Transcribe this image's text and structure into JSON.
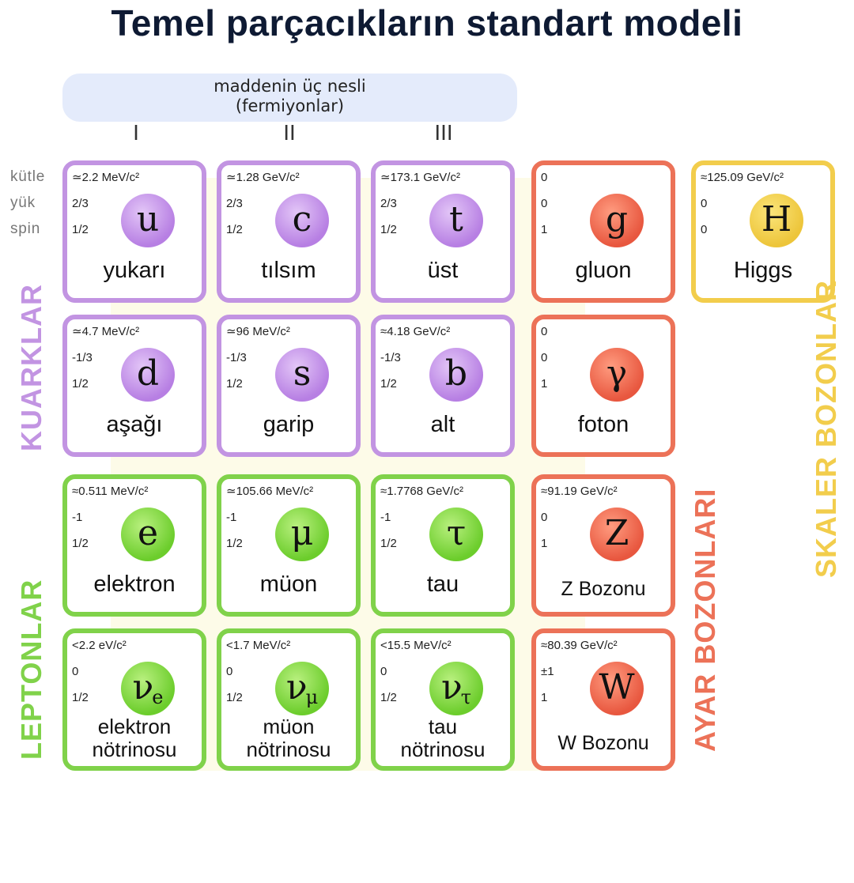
{
  "title": "Temel parçacıkların standart modeli",
  "generations_header": {
    "line1": "maddenin üç nesli",
    "line2": "(fermiyonlar)",
    "numerals": [
      "I",
      "II",
      "III"
    ]
  },
  "row_labels": {
    "mass": "kütle",
    "charge": "yük",
    "spin": "spin"
  },
  "group_labels": {
    "quarks": "KUARKLAR",
    "leptons": "LEPTONLAR",
    "gauge_bosons": "AYAR BOZONLARI",
    "scalar_bosons": "SKALER BOZONLAR"
  },
  "colors": {
    "quark": "#c294e2",
    "lepton": "#80d24a",
    "gauge": "#ec7258",
    "scalar": "#f2cd4c",
    "header_bg": "#e4ebfb"
  },
  "particles": {
    "up": {
      "mass": "≃2.2 MeV/c²",
      "charge": "2/3",
      "spin": "1/2",
      "symbol": "u",
      "name": "yukarı"
    },
    "charm": {
      "mass": "≃1.28 GeV/c²",
      "charge": "2/3",
      "spin": "1/2",
      "symbol": "c",
      "name": "tılsım"
    },
    "top": {
      "mass": "≃173.1 GeV/c²",
      "charge": "2/3",
      "spin": "1/2",
      "symbol": "t",
      "name": "üst"
    },
    "gluon": {
      "mass": "0",
      "charge": "0",
      "spin": "1",
      "symbol": "g",
      "name": "gluon"
    },
    "higgs": {
      "mass": "≈125.09 GeV/c²",
      "charge": "0",
      "spin": "0",
      "symbol": "H",
      "name": "Higgs"
    },
    "down": {
      "mass": "≃4.7 MeV/c²",
      "charge": "-1/3",
      "spin": "1/2",
      "symbol": "d",
      "name": "aşağı"
    },
    "strange": {
      "mass": "≃96 MeV/c²",
      "charge": "-1/3",
      "spin": "1/2",
      "symbol": "s",
      "name": "garip"
    },
    "bottom": {
      "mass": "≈4.18 GeV/c²",
      "charge": "-1/3",
      "spin": "1/2",
      "symbol": "b",
      "name": "alt"
    },
    "photon": {
      "mass": "0",
      "charge": "0",
      "spin": "1",
      "symbol": "γ",
      "name": "foton"
    },
    "electron": {
      "mass": "≈0.511 MeV/c²",
      "charge": "-1",
      "spin": "1/2",
      "symbol": "e",
      "name": "elektron"
    },
    "muon": {
      "mass": "≃105.66 MeV/c²",
      "charge": "-1",
      "spin": "1/2",
      "symbol": "μ",
      "name": "müon"
    },
    "tau": {
      "mass": "≈1.7768 GeV/c²",
      "charge": "-1",
      "spin": "1/2",
      "symbol": "τ",
      "name": "tau"
    },
    "z_boson": {
      "mass": "≈91.19 GeV/c²",
      "charge": "0",
      "spin": "1",
      "symbol": "Z",
      "name": "Z Bozonu"
    },
    "electron_neutrino": {
      "mass": "<2.2 eV/c²",
      "charge": "0",
      "spin": "1/2",
      "symbol": "ν",
      "subscript": "e",
      "name1": "elektron",
      "name2": "nötrinosu"
    },
    "muon_neutrino": {
      "mass": "<1.7 MeV/c²",
      "charge": "0",
      "spin": "1/2",
      "symbol": "ν",
      "subscript": "μ",
      "name1": "müon",
      "name2": "nötrinosu"
    },
    "tau_neutrino": {
      "mass": "<15.5 MeV/c²",
      "charge": "0",
      "spin": "1/2",
      "symbol": "ν",
      "subscript": "τ",
      "name1": "tau",
      "name2": "nötrinosu"
    },
    "w_boson": {
      "mass": "≈80.39 GeV/c²",
      "charge": "±1",
      "spin": "1",
      "symbol": "W",
      "name": "W Bozonu"
    }
  }
}
